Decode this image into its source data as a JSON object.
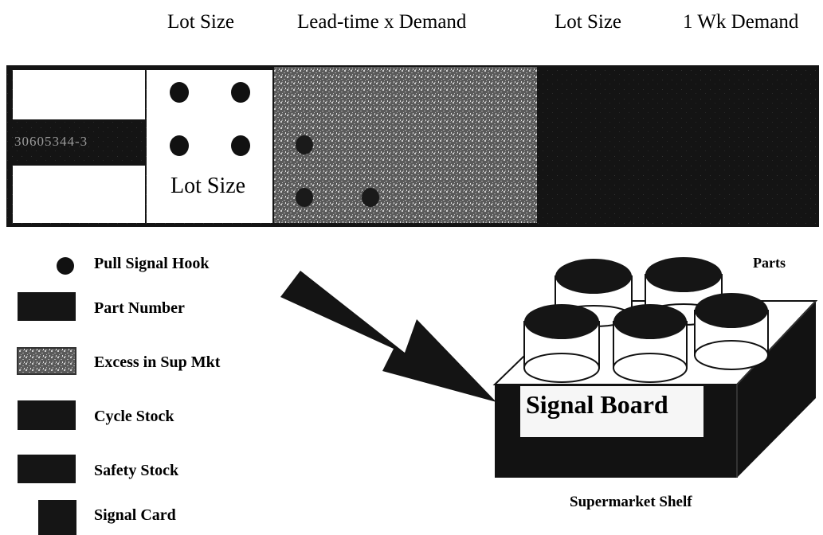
{
  "headers": {
    "col1": "Lot Size",
    "col2": "Lead-time x Demand",
    "col3": "Lot Size",
    "col4": "1 Wk Demand"
  },
  "board": {
    "part_number": "30605344-3",
    "lot_label": "Lot Size"
  },
  "legend": [
    {
      "label": "Pull Signal Hook",
      "icon": "dot-icon"
    },
    {
      "label": "Part Number",
      "icon": "dark-swatch"
    },
    {
      "label": "Excess in Sup Mkt",
      "icon": "speckled-swatch"
    },
    {
      "label": "Cycle Stock",
      "icon": "dark-swatch"
    },
    {
      "label": "Safety Stock",
      "icon": "dark-swatch"
    },
    {
      "label": "Signal Card",
      "icon": "dark-swatch"
    }
  ],
  "shelf": {
    "parts_label": "Parts",
    "signal_board_label": "Signal Board",
    "caption": "Supermarket Shelf"
  },
  "colors": {
    "dark": "#161616",
    "speckle": "#6e6e6e"
  }
}
